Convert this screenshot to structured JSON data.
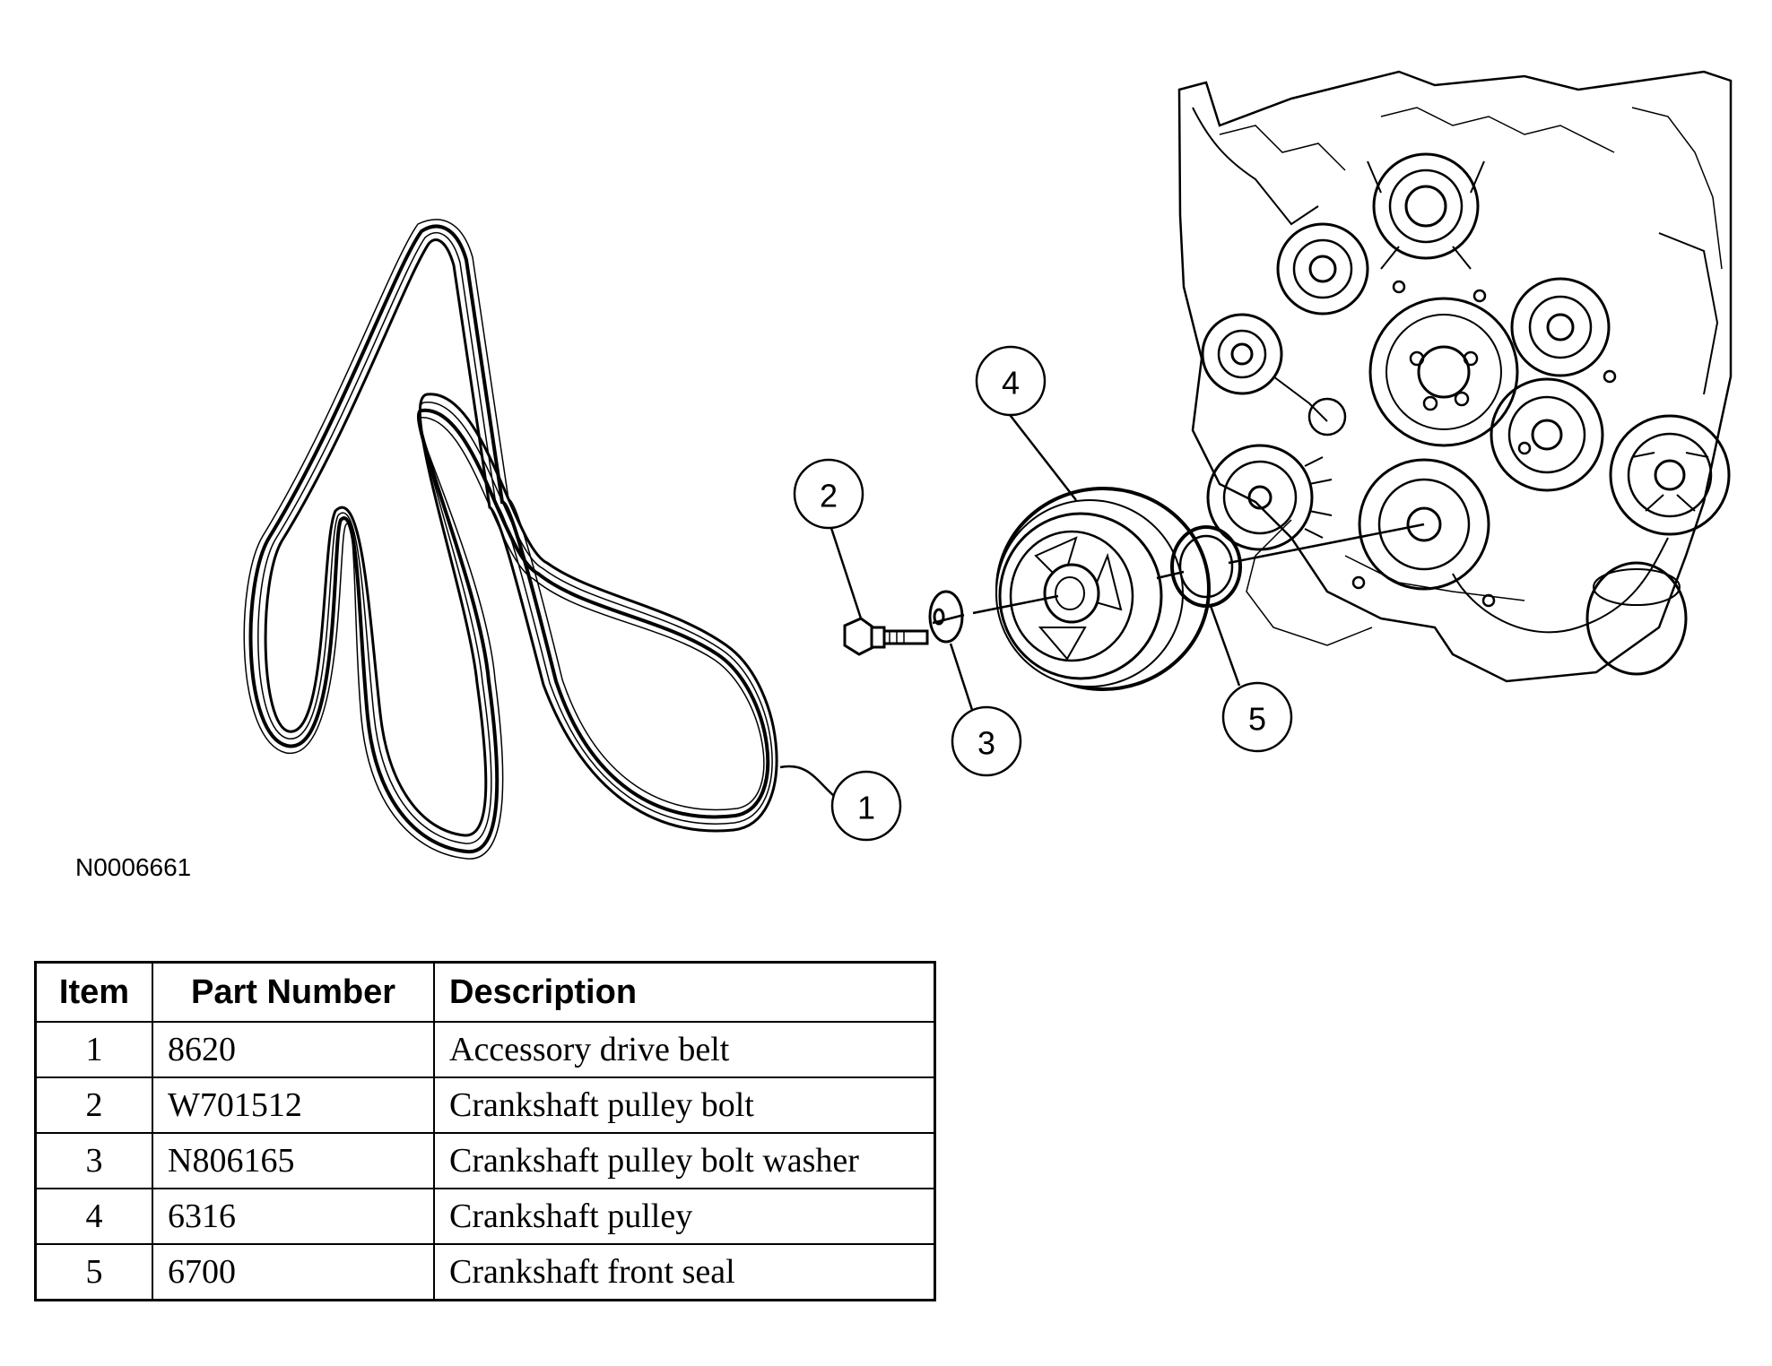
{
  "figure_id": "N0006661",
  "callouts": [
    "1",
    "2",
    "3",
    "4",
    "5"
  ],
  "parts_table": {
    "headers": [
      "Item",
      "Part Number",
      "Description"
    ],
    "rows": [
      [
        "1",
        "8620",
        "Accessory drive belt"
      ],
      [
        "2",
        "W701512",
        "Crankshaft pulley bolt"
      ],
      [
        "3",
        "N806165",
        "Crankshaft pulley bolt washer"
      ],
      [
        "4",
        "6316",
        "Crankshaft pulley"
      ],
      [
        "5",
        "6700",
        "Crankshaft front seal"
      ]
    ]
  }
}
